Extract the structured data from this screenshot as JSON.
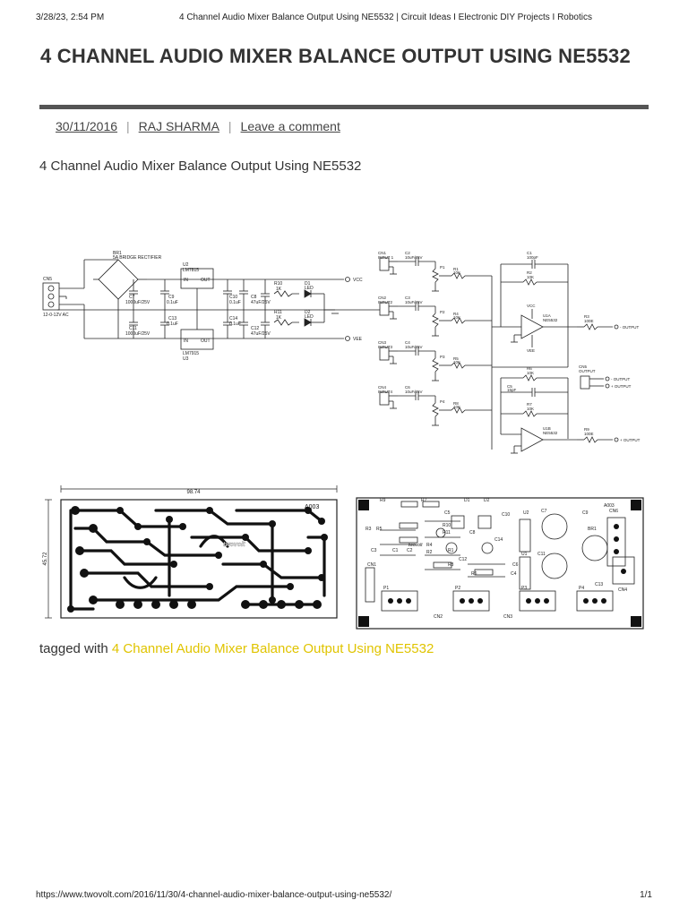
{
  "print_header": {
    "datetime": "3/28/23, 2:54 PM",
    "page_title": "4 Channel Audio Mixer Balance Output Using NE5532 | Circuit Ideas I Electronic DIY Projects I Robotics"
  },
  "article": {
    "title": "4 CHANNEL AUDIO MIXER BALANCE OUTPUT USING NE5532",
    "date": "30/11/2016",
    "author": "RAJ SHARMA",
    "comment_link": "Leave a comment",
    "subtitle": "4 Channel Audio Mixer Balance Output Using NE5532",
    "tagged_prefix": "tagged with",
    "tag": "4 Channel Audio Mixer Balance Output Using NE5532"
  },
  "figure": {
    "psu": {
      "cn5": "CN5",
      "ac_in": "12-0-12V AC",
      "br1": "BR1",
      "br1_desc": "5A BRIDGE RECTIFIER",
      "u2": "U2",
      "u2_part": "LM7815",
      "u3": "U3",
      "u3_part": "LM7915",
      "pin_in": "IN",
      "pin_out": "OUT",
      "c7": "C7",
      "c7_v": "1000uF/25V",
      "c11": "C11",
      "c11_v": "1000uF/25V",
      "c9": "C9",
      "c9_v": "0.1uF",
      "c13": "C13",
      "c13_v": "0.1uF",
      "c10": "C10",
      "c10_v": "0.1uF",
      "c14": "C14",
      "c14_v": "0.1uF",
      "c8": "C8",
      "c8_v": "47uF/25V",
      "c12": "C12",
      "c12_v": "47uF/25V",
      "r10": "R10",
      "r10_v": "1K",
      "r11": "R11",
      "r11_v": "1K",
      "d1": "D1",
      "d2": "D2",
      "led": "LED",
      "vcc": "VCC",
      "vee": "VEE"
    },
    "mixer": {
      "inputs": [
        {
          "cn": "CN1",
          "name": "INPUT 1",
          "c": "C2",
          "r": "R1",
          "p": "P1"
        },
        {
          "cn": "CN2",
          "name": "INPUT2",
          "c": "C3",
          "r": "R4",
          "p": "P2"
        },
        {
          "cn": "CN3",
          "name": "INPUT3",
          "c": "C4",
          "r": "R5",
          "p": "P3"
        },
        {
          "cn": "CN4",
          "name": "INPUT4",
          "c": "C6",
          "r": "R8",
          "p": "P4"
        }
      ],
      "cap_value": "10uF/25V",
      "res_value": "10K",
      "c1": "C1",
      "c1_v": "100pF",
      "r2": "R2",
      "r2_v": "10K",
      "u1a": "U1A",
      "u1b": "U1B",
      "opamp": "NE5532",
      "r3": "R3",
      "r3_v": "100E",
      "minus_output": "- OUTPUT",
      "c5": "C5",
      "c5_v": "15pF",
      "r6": "R6",
      "r6_v": "10K",
      "r7": "R7",
      "r7_v": "10K",
      "r9": "R9",
      "r9_v": "100E",
      "cn5": "CN5",
      "cn5_out": "OUTPUT",
      "plus_output": "+ OUTPUT",
      "vcc": "VCC",
      "vee": "VEE"
    },
    "pcb": {
      "width": "98.74",
      "height": "45.72",
      "code": "A003",
      "brand": "twovolt"
    },
    "layout": {
      "code": "A003",
      "brand": "twovolt",
      "labels": [
        "R9",
        "R7",
        "D1",
        "D2",
        "U2",
        "C10",
        "C7",
        "C9",
        "CN6",
        "C5",
        "R10",
        "C8",
        "R11",
        "C14",
        "BR1",
        "R3",
        "R5",
        "R2",
        "R4",
        "R1",
        "U1",
        "C3",
        "C11",
        "C1",
        "C2",
        "R6",
        "C6",
        "R8",
        "C12",
        "C4",
        "C13",
        "CN1",
        "CN2",
        "CN3",
        "CN4",
        "P1",
        "P2",
        "P3",
        "P4"
      ]
    }
  },
  "print_footer": {
    "url": "https://www.twovolt.com/2016/11/30/4-channel-audio-mixer-balance-output-using-ne5532/",
    "page": "1/1"
  }
}
